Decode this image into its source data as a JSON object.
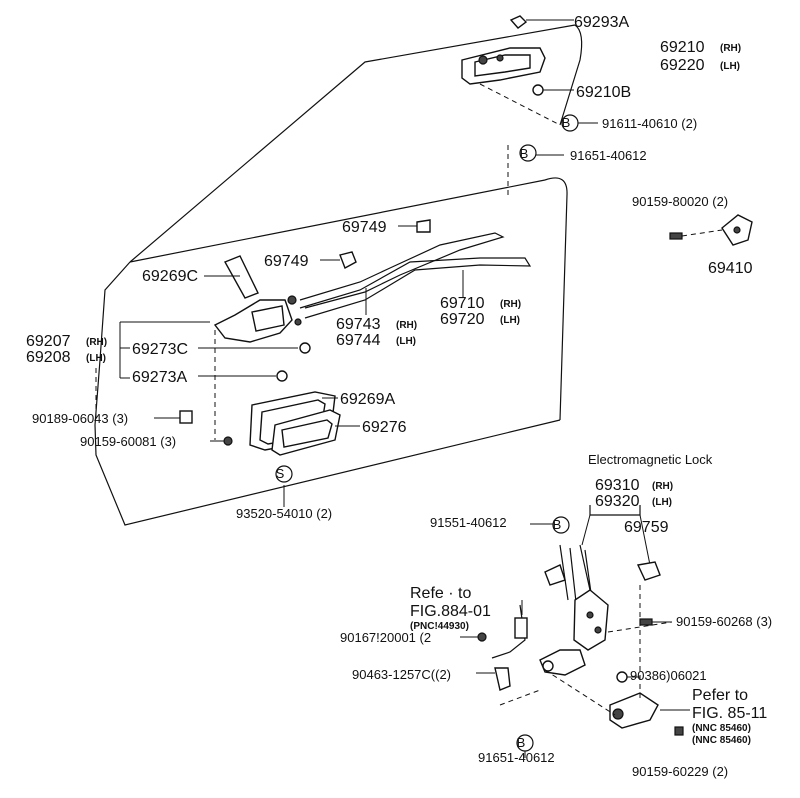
{
  "labels": {
    "p69293A": "69293A",
    "p69210": "69210",
    "p69220": "69220",
    "p69210B": "69210B",
    "p91611": "91611-40610 (2)",
    "p91651_top": "91651-40612",
    "p90159_80020": "90159-80020 (2)",
    "p69410": "69410",
    "p69749a": "69749",
    "p69749b": "69749",
    "p69269C": "69269C",
    "p69710": "69710",
    "p69720": "69720",
    "p69743": "69743",
    "p69744": "69744",
    "p69207": "69207",
    "p69208": "69208",
    "p69273C": "69273C",
    "p69273A": "69273A",
    "p69269A": "69269A",
    "p69276": "69276",
    "p90189": "90189-06043 (3)",
    "p90159_60081": "90159-60081 (3)",
    "p93520": "93520-54010 (2)",
    "title_em": "Electromagnetic Lock",
    "p69310": "69310",
    "p69320": "69320",
    "p69759": "69759",
    "p91551": "91551-40612",
    "refer1_a": "Refe · to",
    "refer1_b": "FIG.884-01",
    "refer1_c": "(PNC!44930)",
    "p90167": "90167!20001 (2",
    "p90463": "90463-1257C((2)",
    "p90159_60268": "90159-60268 (3)",
    "p90386": "90386)06021",
    "refer2_a": "Pefer to",
    "refer2_b": "FIG. 85-11",
    "refer2_c": "(NNC 85460)",
    "refer2_d": "(NNC 85460)",
    "p91651_bot": "91651-40612",
    "p90159_60229": "90159-60229 (2)",
    "rh": "(RH)",
    "lh": "(LH)",
    "circle_b": "B",
    "circle_s": "S"
  }
}
